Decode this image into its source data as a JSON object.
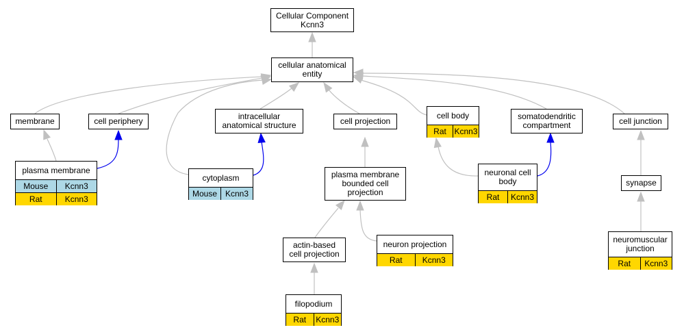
{
  "colors": {
    "is_a_edge": "#c0c0c0",
    "part_of_edge": "#0000ee",
    "mouse": "#add8e6",
    "rat": "#ffd700"
  },
  "nodes": [
    {
      "id": "root",
      "label": "Cellular Component\nKcnn3",
      "rows": []
    },
    {
      "id": "cae",
      "label": "cellular anatomical\nentity",
      "rows": []
    },
    {
      "id": "membrane",
      "label": "membrane",
      "rows": []
    },
    {
      "id": "periphery",
      "label": "cell periphery",
      "rows": []
    },
    {
      "id": "ias",
      "label": "intracellular\nanatomical structure",
      "rows": []
    },
    {
      "id": "projection",
      "label": "cell projection",
      "rows": []
    },
    {
      "id": "cellbody",
      "label": "cell body",
      "rows": [
        {
          "species": "Rat",
          "gene": "Kcnn3"
        }
      ]
    },
    {
      "id": "somato",
      "label": "somatodendritic\ncompartment",
      "rows": []
    },
    {
      "id": "junction",
      "label": "cell junction",
      "rows": []
    },
    {
      "id": "plasmamem",
      "label": "plasma membrane",
      "rows": [
        {
          "species": "Mouse",
          "gene": "Kcnn3"
        },
        {
          "species": "Rat",
          "gene": "Kcnn3"
        }
      ]
    },
    {
      "id": "cytoplasm",
      "label": "cytoplasm",
      "rows": [
        {
          "species": "Mouse",
          "gene": "Kcnn3"
        }
      ]
    },
    {
      "id": "pmbcp",
      "label": "plasma membrane\nbounded cell\nprojection",
      "rows": []
    },
    {
      "id": "ncb",
      "label": "neuronal cell\nbody",
      "rows": [
        {
          "species": "Rat",
          "gene": "Kcnn3"
        }
      ]
    },
    {
      "id": "synapse",
      "label": "synapse",
      "rows": []
    },
    {
      "id": "actin",
      "label": "actin-based\ncell projection",
      "rows": []
    },
    {
      "id": "neuronproj",
      "label": "neuron projection",
      "rows": [
        {
          "species": "Rat",
          "gene": "Kcnn3"
        }
      ]
    },
    {
      "id": "nmj",
      "label": "neuromuscular\njunction",
      "rows": [
        {
          "species": "Rat",
          "gene": "Kcnn3"
        }
      ]
    },
    {
      "id": "filopodium",
      "label": "filopodium",
      "rows": [
        {
          "species": "Rat",
          "gene": "Kcnn3"
        }
      ]
    }
  ],
  "edges": [
    {
      "from": "cae",
      "to": "root",
      "type": "is_a"
    },
    {
      "from": "membrane",
      "to": "cae",
      "type": "is_a"
    },
    {
      "from": "periphery",
      "to": "cae",
      "type": "is_a"
    },
    {
      "from": "ias",
      "to": "cae",
      "type": "is_a"
    },
    {
      "from": "projection",
      "to": "cae",
      "type": "is_a"
    },
    {
      "from": "cellbody",
      "to": "cae",
      "type": "is_a"
    },
    {
      "from": "somato",
      "to": "cae",
      "type": "is_a"
    },
    {
      "from": "junction",
      "to": "cae",
      "type": "is_a"
    },
    {
      "from": "cytoplasm",
      "to": "cae",
      "type": "is_a"
    },
    {
      "from": "plasmamem",
      "to": "membrane",
      "type": "is_a"
    },
    {
      "from": "plasmamem",
      "to": "periphery",
      "type": "part_of"
    },
    {
      "from": "cytoplasm",
      "to": "ias",
      "type": "part_of"
    },
    {
      "from": "pmbcp",
      "to": "projection",
      "type": "is_a"
    },
    {
      "from": "ncb",
      "to": "cellbody",
      "type": "is_a"
    },
    {
      "from": "ncb",
      "to": "somato",
      "type": "part_of"
    },
    {
      "from": "synapse",
      "to": "junction",
      "type": "is_a"
    },
    {
      "from": "actin",
      "to": "pmbcp",
      "type": "is_a"
    },
    {
      "from": "neuronproj",
      "to": "pmbcp",
      "type": "is_a"
    },
    {
      "from": "nmj",
      "to": "synapse",
      "type": "is_a"
    },
    {
      "from": "filopodium",
      "to": "actin",
      "type": "is_a"
    }
  ]
}
